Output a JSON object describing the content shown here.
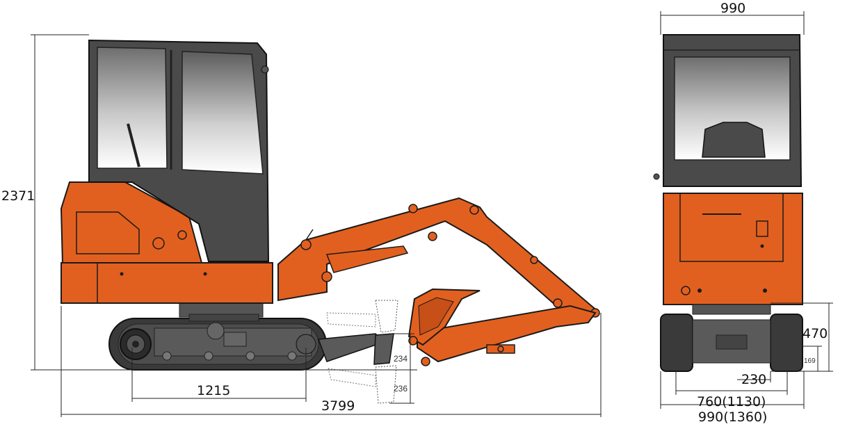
{
  "dimensions": {
    "overall_height": "2371",
    "overall_length": "3799",
    "track_length": "1215",
    "blade_up": "234",
    "blade_down": "236",
    "front_width": "990",
    "bottom_width": "990(1360)",
    "track_width": "760(1130)",
    "track_shoe": "230",
    "blade_height": "470",
    "ground_clearance": "169"
  },
  "colors": {
    "body": "#e2601f",
    "body_dark": "#b8461a",
    "cab": "#4a4a4a",
    "track": "#3a3a3a",
    "glass_top": "#7d7d7d",
    "glass_bottom": "#ffffff",
    "outline": "#1a1a1a",
    "dim_line": "#222222"
  }
}
